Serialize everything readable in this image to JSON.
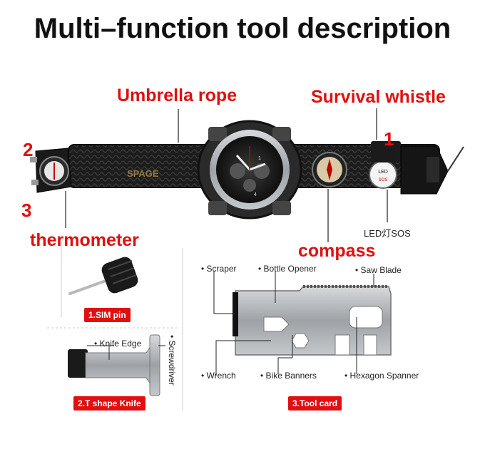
{
  "title": "Multi–function tool description",
  "watch_labels": {
    "umbrella_rope": "Umbrella rope",
    "survival_whistle": "Survival whistle",
    "thermometer": "thermometer",
    "compass": "compass",
    "led_sos": "LED灯SOS",
    "num_1": "1",
    "num_2": "2",
    "num_3": "3"
  },
  "watch_face_text": {
    "brand": "SPAGE",
    "led_badge": "LED",
    "sos_badge": "SOS"
  },
  "sim_pin": {
    "label": "1.SIM pin"
  },
  "t_knife": {
    "label": "2.T shape Knife",
    "knife_edge": "• Knife Edge",
    "screwdriver": "• Screwdriver"
  },
  "tool_card": {
    "label": "3.Tool card",
    "scraper": "• Scraper",
    "bottle_opener": "• Bottle Opener",
    "saw_blade": "• Saw Blade",
    "wrench": "• Wrench",
    "bike_banners": "• Bike Banners",
    "hexagon_spanner": "• Hexagon Spanner"
  },
  "colors": {
    "accent_red": "#e01010",
    "strap": "#1d1d1d",
    "steel": "#a9acb0"
  }
}
